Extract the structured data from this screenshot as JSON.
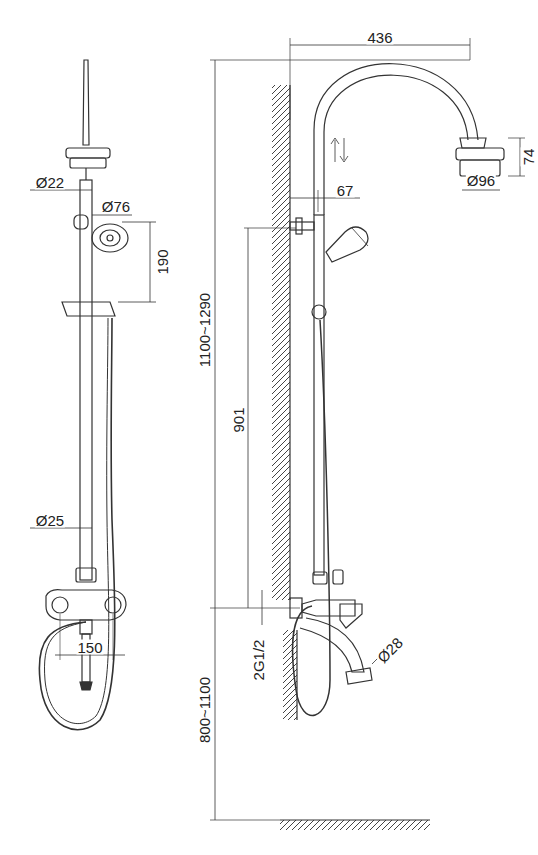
{
  "diagram": {
    "labels": [
      "436",
      "74",
      "Ø96",
      "Ø22",
      "Ø76",
      "190",
      "67",
      "1100~1290",
      "901",
      "Ø25",
      "150",
      "2G1/2",
      "Ø28",
      "800~1100"
    ]
  }
}
